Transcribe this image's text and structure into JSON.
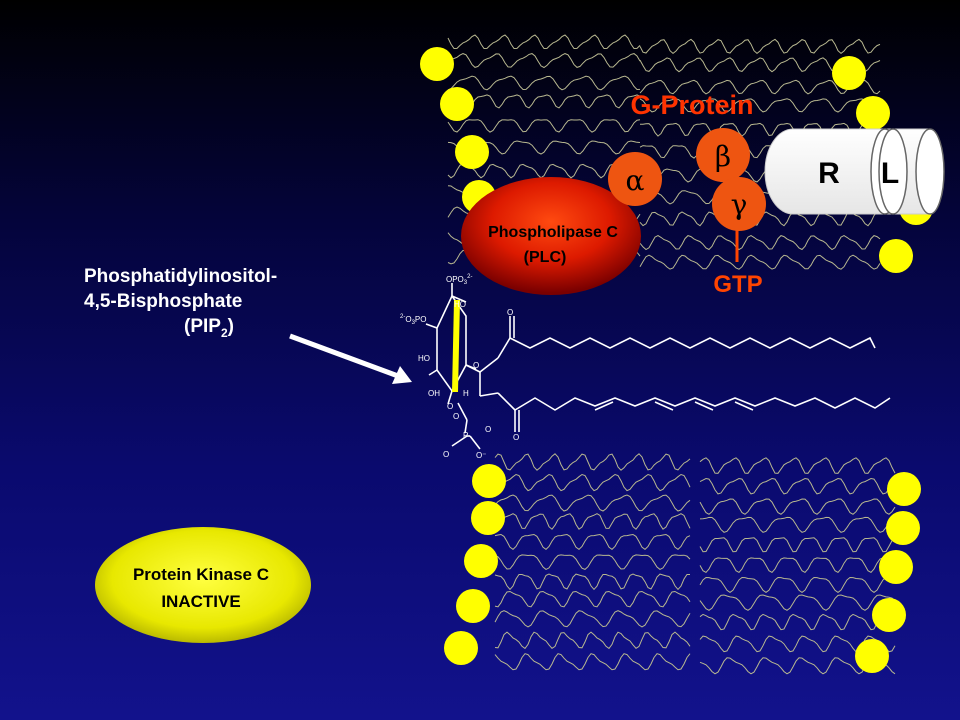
{
  "labels": {
    "g_protein": "G-Protein",
    "alpha": "α",
    "beta": "β",
    "gamma": "γ",
    "receptor": "R",
    "ligand": "L",
    "gtp": "GTP",
    "plc_line1": "Phospholipase C",
    "plc_line2": "(PLC)",
    "pip_line1": "Phosphatidylinositol-",
    "pip_line2": "4,5-Bisphosphate",
    "pip_line3_prefix": "(PIP",
    "pip_line3_sub": "2",
    "pip_line3_suffix": ")",
    "pkc_line1": "Protein Kinase C",
    "pkc_line2": "INACTIVE"
  },
  "molecule_atoms": {
    "opo3": "OPO",
    "opo3_charge": "3",
    "opo3_sup": "2-",
    "o3po_pre": "2-",
    "o3po": "O",
    "o3po_sub": "3",
    "o3po_post": "PO",
    "ho1": "HO",
    "ho2": "HO",
    "oh": "OH",
    "o1": "O",
    "h": "H",
    "o_ring": "O",
    "p": "P",
    "o_a": "O",
    "o_b": "O",
    "o_minus": "O⁻",
    "o_c": "O",
    "carbonyl1": "O",
    "carbonyl2": "O"
  },
  "colors": {
    "lipid_head": "#ffff00",
    "tail": "#b8b890",
    "gprotein_label": "#ff3300",
    "subunit": "#ee5511",
    "plc_outer": "#8a0000",
    "plc_inner": "#ff3300",
    "pkc": "#e0e000"
  }
}
